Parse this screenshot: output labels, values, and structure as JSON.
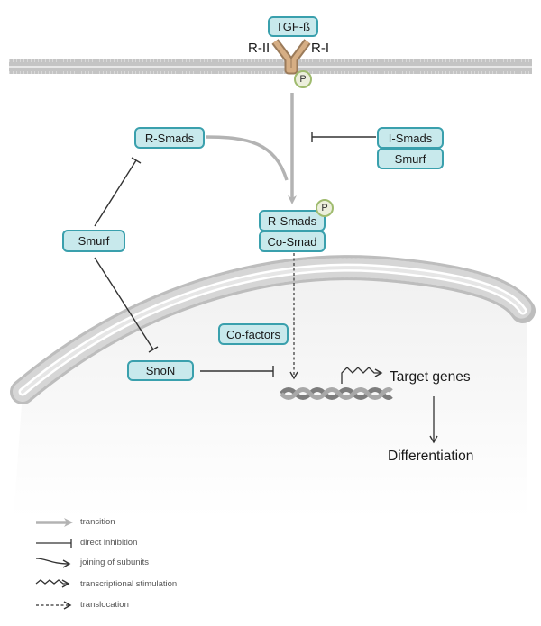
{
  "nodes": {
    "tgf": "TGF-ß",
    "r_smads_top": "R-Smads",
    "i_smads": "I-Smads",
    "smurf_right": "Smurf",
    "smurf_left": "Smurf",
    "r_smads_mid": "R-Smads",
    "co_smad": "Co-Smad",
    "co_factors": "Co-factors",
    "snon": "SnoN"
  },
  "receptor": {
    "r2": "R-II",
    "r1": "R-I",
    "phospho": "P"
  },
  "complex_phospho": "P",
  "target_genes": "Target genes",
  "differentiation": "Differentiation",
  "legend": [
    {
      "icon": "transition-arrow-icon",
      "label": "transition"
    },
    {
      "icon": "inhibition-line-icon",
      "label": "direct inhibition"
    },
    {
      "icon": "joining-arrow-icon",
      "label": "joining of subunits"
    },
    {
      "icon": "wavy-arrow-icon",
      "label": "transcriptional stimulation"
    },
    {
      "icon": "dashed-arrow-icon",
      "label": "translocation"
    }
  ],
  "colors": {
    "node_fill": "#c8e9ec",
    "node_border": "#3aa0ad",
    "membrane": "#c4c4c4",
    "receptor": "#c9a27a",
    "phospho_border": "#9fbb6e"
  }
}
